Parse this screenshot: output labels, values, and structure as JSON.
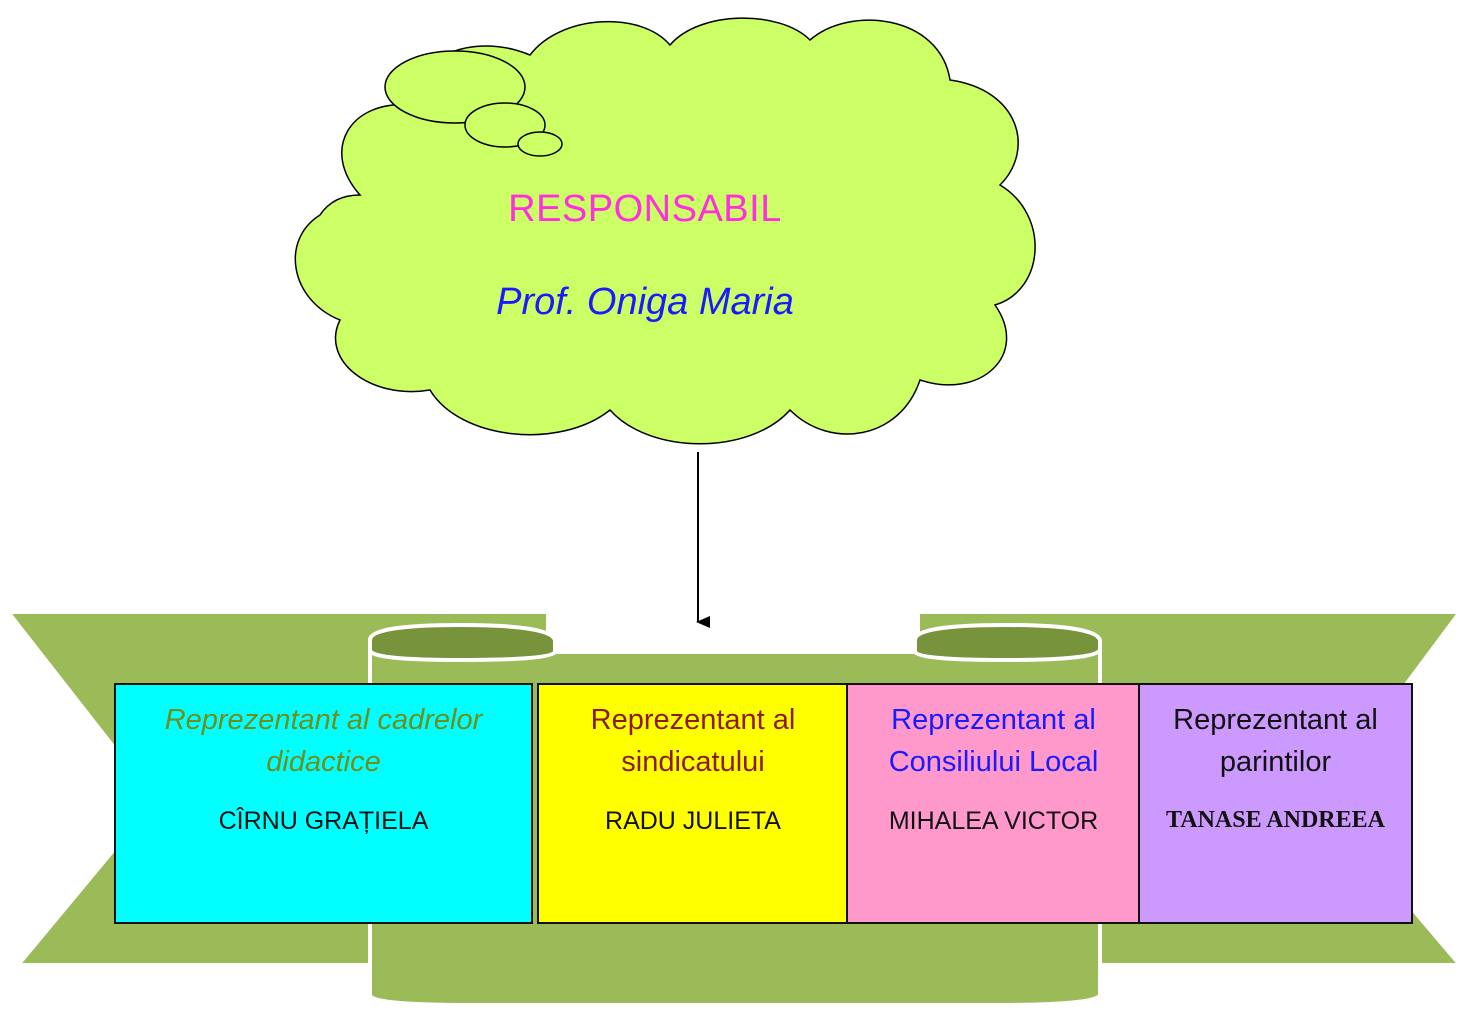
{
  "colors": {
    "cloud_fill": "#ccff66",
    "ribbon_fill": "#9bbb59",
    "ribbon_inner": "#77933c",
    "title_magenta": "#ff2ee0",
    "name_blue": "#1a1aff"
  },
  "cloud": {
    "title": "RESPONSABIL",
    "name": "Prof. Oniga Maria"
  },
  "members": [
    {
      "role": "Reprezentant al cadrelor didactice",
      "person": "CÎRNU GRAȚIELA",
      "fill": "#00ffff"
    },
    {
      "role": "Reprezentant  al sindicatului",
      "person": "RADU JULIETA",
      "fill": "#ffff00"
    },
    {
      "role": "Reprezentant al Consiliului Local",
      "person": "MIHALEA VICTOR",
      "fill": "#ff99cc"
    },
    {
      "role": "Reprezentant al parintilor",
      "person": "TANASE ANDREEA",
      "fill": "#cc99ff"
    }
  ]
}
